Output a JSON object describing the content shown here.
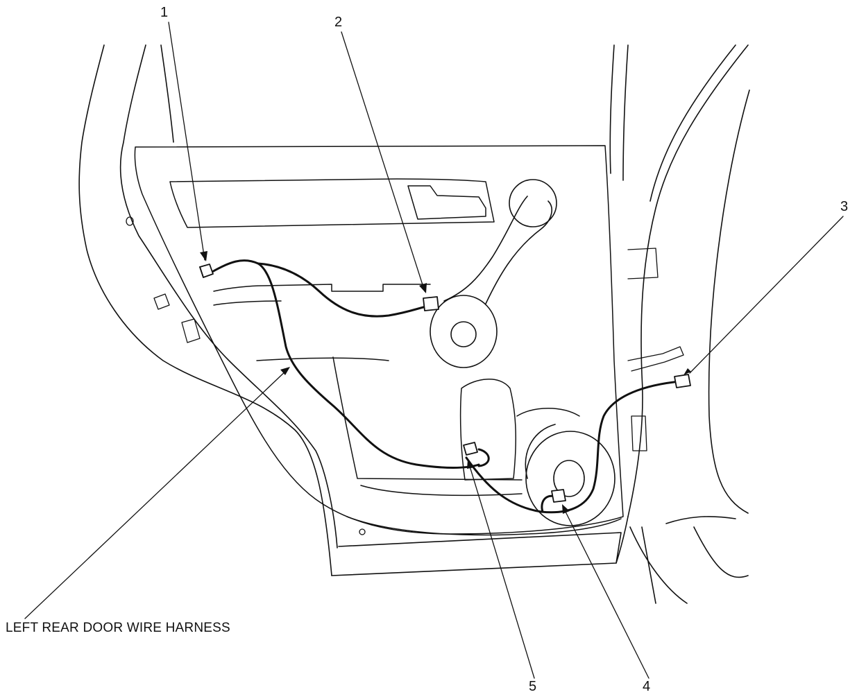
{
  "callouts": {
    "one": "1",
    "two": "2",
    "three": "3",
    "four": "4",
    "five": "5"
  },
  "harness_caption": "LEFT REAR DOOR WIRE HARNESS",
  "colors": {
    "line": "#111111",
    "background": "#ffffff"
  }
}
